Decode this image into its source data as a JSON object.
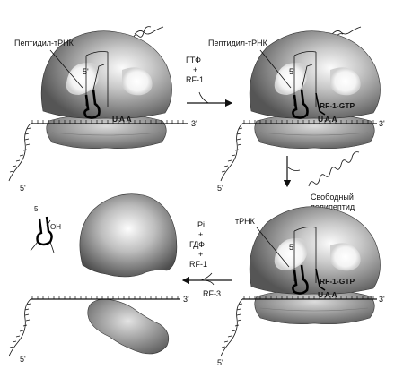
{
  "labels": {
    "peptidyl_trna_1": "Пептидил-тРНК",
    "peptidyl_trna_2": "Пептидил-тРНК",
    "trna": "тРНК",
    "five_prime": "5'",
    "three_prime": "3'",
    "five": "5",
    "oh": "OH",
    "stop_codon": "UAA",
    "rf1_gtp": "RF-1-GTP",
    "step1_line1": "ГТФ",
    "step1_plus": "+",
    "step1_line2": "RF-1",
    "free_polypeptide_line1": "Свободный",
    "free_polypeptide_line2": "полипептид",
    "step3_pi": "Pi",
    "step3_plus1": "+",
    "step3_gdf": "ГДФ",
    "step3_plus2": "+",
    "step3_rf1": "RF-1",
    "rf3": "RF-3"
  },
  "colors": {
    "ribosome_dark": "#5a5a5a",
    "ribosome_light": "#f4f4f4",
    "line": "#111111"
  }
}
